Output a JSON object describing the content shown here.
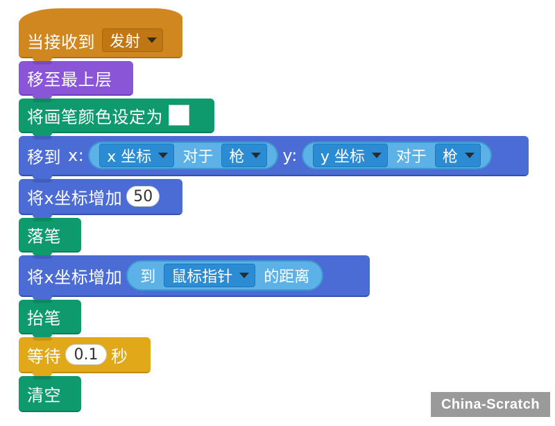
{
  "colors": {
    "events": "#d1871f",
    "looks": "#8a55d7",
    "pen": "#0e9a6c",
    "motion": "#4a6cd4",
    "sensing": "#5cb1e6",
    "control": "#e1a91a"
  },
  "blocks": {
    "when_receive": {
      "label": "当接收到",
      "message": "发射"
    },
    "go_front": {
      "label": "移至最上层"
    },
    "set_pen_color": {
      "label": "将画笔颜色设定为",
      "color": "#ffffff"
    },
    "go_to_xy": {
      "label": "移到",
      "x_label": "x:",
      "x_attr": "x 坐标",
      "x_of": "对于",
      "x_sprite": "枪",
      "y_label": "y:",
      "y_attr": "y 坐标",
      "y_of": "对于",
      "y_sprite": "枪"
    },
    "change_x_1": {
      "label": "将x坐标增加",
      "value": "50"
    },
    "pen_down": {
      "label": "落笔"
    },
    "change_x_2": {
      "label": "将x坐标增加",
      "dist_to": "到",
      "dist_target": "鼠标指针",
      "dist_suffix": "的距离"
    },
    "pen_up": {
      "label": "抬笔"
    },
    "wait": {
      "label": "等待",
      "value": "0.1",
      "unit": "秒"
    },
    "clear": {
      "label": "清空"
    }
  },
  "watermark": "China-Scratch"
}
